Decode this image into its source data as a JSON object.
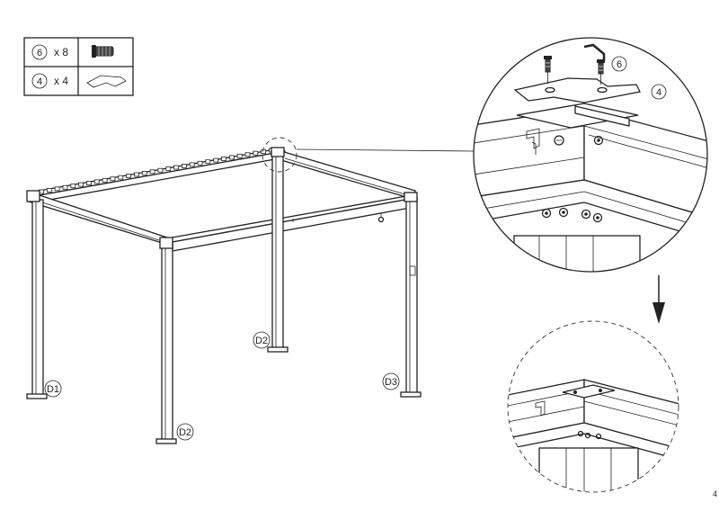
{
  "parts_table": {
    "rows": [
      {
        "part_number": "6",
        "quantity": "x 8",
        "icon": "screw-icon"
      },
      {
        "part_number": "4",
        "quantity": "x 4",
        "icon": "bracket-plate-icon"
      }
    ]
  },
  "main_view": {
    "post_labels": [
      "D1",
      "D2",
      "D2",
      "D3"
    ]
  },
  "detail_callouts": {
    "upper_part_numbers": [
      "6",
      "4"
    ]
  },
  "page_number": "4"
}
